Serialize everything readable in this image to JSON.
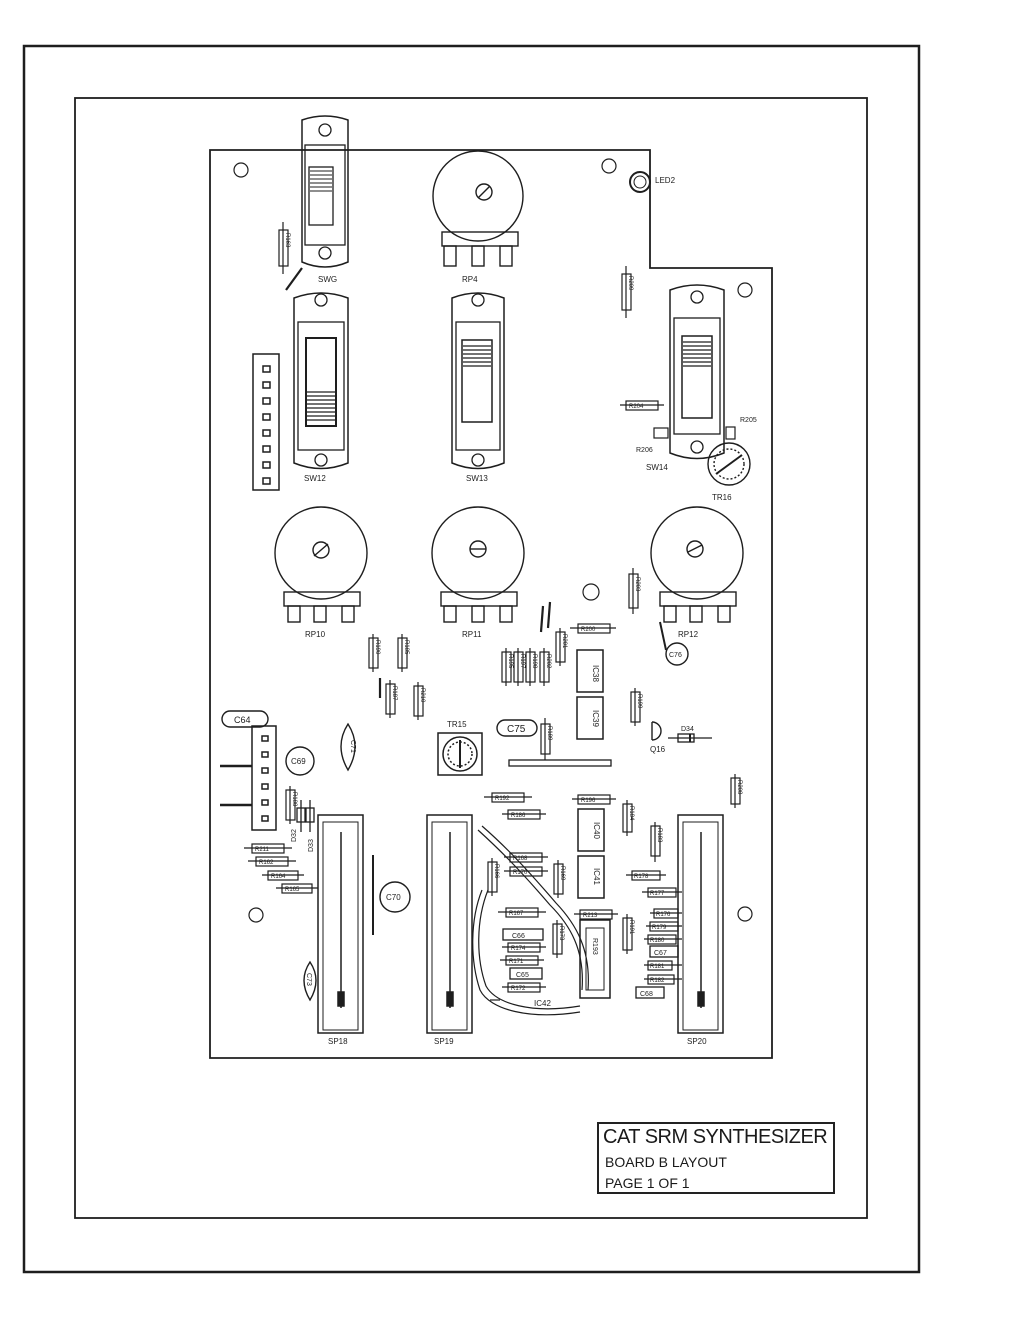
{
  "title_block": {
    "title": "CAT SRM SYNTHESIZER",
    "board": "BOARD B   LAYOUT",
    "page": "PAGE 1 OF 1"
  },
  "components": {
    "switches": [
      {
        "id": "sw6",
        "label": "SWG"
      },
      {
        "id": "sw12",
        "label": "SW12"
      },
      {
        "id": "sw13",
        "label": "SW13"
      },
      {
        "id": "sw14",
        "label": "SW14"
      }
    ],
    "pots": [
      {
        "id": "rp4",
        "label": "RP4"
      },
      {
        "id": "rp10",
        "label": "RP10"
      },
      {
        "id": "rp11",
        "label": "RP11"
      },
      {
        "id": "rp12",
        "label": "RP12"
      }
    ],
    "trimmers": [
      {
        "id": "tr15",
        "label": "TR15"
      },
      {
        "id": "tr16",
        "label": "TR16"
      }
    ],
    "sliders": [
      {
        "id": "sp18",
        "label": "SP18"
      },
      {
        "id": "sp19",
        "label": "SP19"
      },
      {
        "id": "sp20",
        "label": "SP20"
      }
    ],
    "led": {
      "id": "led2",
      "label": "LED2"
    },
    "ics": [
      {
        "id": "ic38",
        "label": "IC38"
      },
      {
        "id": "ic39",
        "label": "IC39"
      },
      {
        "id": "ic40",
        "label": "IC40"
      },
      {
        "id": "ic41",
        "label": "IC41"
      },
      {
        "id": "ic42",
        "label": "IC42"
      }
    ],
    "transistor": {
      "id": "q16",
      "label": "Q16"
    },
    "diodes": [
      {
        "id": "d32",
        "label": "D32"
      },
      {
        "id": "d33",
        "label": "D33"
      },
      {
        "id": "d34",
        "label": "D34"
      }
    ],
    "capacitors": [
      {
        "id": "c64",
        "label": "C64"
      },
      {
        "id": "c66",
        "label": "C66"
      },
      {
        "id": "c67",
        "label": "C67"
      },
      {
        "id": "c68",
        "label": "C68"
      },
      {
        "id": "c69",
        "label": "C69"
      },
      {
        "id": "c70",
        "label": "C70"
      },
      {
        "id": "c71",
        "label": "C71"
      },
      {
        "id": "c73",
        "label": "C73"
      },
      {
        "id": "c75",
        "label": "C75"
      },
      {
        "id": "c76",
        "label": "C76"
      },
      {
        "id": "c65",
        "label": "C65"
      }
    ],
    "resistors": [
      {
        "id": "r163",
        "label": "R163"
      },
      {
        "id": "r209",
        "label": "R209"
      },
      {
        "id": "r204",
        "label": "R204"
      },
      {
        "id": "r205",
        "label": "R205"
      },
      {
        "id": "r206",
        "label": "R206"
      },
      {
        "id": "r203",
        "label": "R203"
      },
      {
        "id": "r200",
        "label": "R200"
      },
      {
        "id": "r201",
        "label": "R201"
      },
      {
        "id": "r202",
        "label": "R202"
      },
      {
        "id": "r190",
        "label": "R190"
      },
      {
        "id": "r185",
        "label": "R185"
      },
      {
        "id": "r187",
        "label": "R187"
      },
      {
        "id": "r210",
        "label": "R210"
      },
      {
        "id": "r195",
        "label": "R195"
      },
      {
        "id": "r197",
        "label": "R197"
      },
      {
        "id": "r198",
        "label": "R198"
      },
      {
        "id": "r199",
        "label": "R199"
      },
      {
        "id": "r189",
        "label": "R189"
      },
      {
        "id": "r192",
        "label": "R192"
      },
      {
        "id": "r186",
        "label": "R186"
      },
      {
        "id": "r196",
        "label": "R196"
      },
      {
        "id": "r184",
        "label": "R184"
      },
      {
        "id": "r183",
        "label": "R183"
      },
      {
        "id": "r188",
        "label": "R188"
      },
      {
        "id": "r211",
        "label": "R211"
      },
      {
        "id": "r162",
        "label": "R162"
      },
      {
        "id": "r164",
        "label": "R164"
      },
      {
        "id": "r165",
        "label": "R165"
      },
      {
        "id": "r166",
        "label": "R166"
      },
      {
        "id": "r168",
        "label": "R168"
      },
      {
        "id": "r170",
        "label": "R170"
      },
      {
        "id": "r169",
        "label": "R169"
      },
      {
        "id": "r167",
        "label": "R167"
      },
      {
        "id": "r173",
        "label": "R173"
      },
      {
        "id": "r174",
        "label": "R174"
      },
      {
        "id": "r171",
        "label": "R171"
      },
      {
        "id": "r172",
        "label": "R172"
      },
      {
        "id": "r193",
        "label": "R193"
      },
      {
        "id": "r213",
        "label": "R213"
      },
      {
        "id": "r191",
        "label": "R191"
      },
      {
        "id": "r178",
        "label": "R178"
      },
      {
        "id": "r177",
        "label": "R177"
      },
      {
        "id": "r176",
        "label": "R176"
      },
      {
        "id": "r179",
        "label": "R179"
      },
      {
        "id": "r180",
        "label": "R180"
      },
      {
        "id": "r181",
        "label": "R181"
      },
      {
        "id": "r182",
        "label": "R182"
      },
      {
        "id": "r194",
        "label": "R194"
      },
      {
        "id": "r208",
        "label": "R208"
      }
    ]
  },
  "colors": {
    "ink": "#1e1e1e",
    "paper": "#ffffff"
  }
}
